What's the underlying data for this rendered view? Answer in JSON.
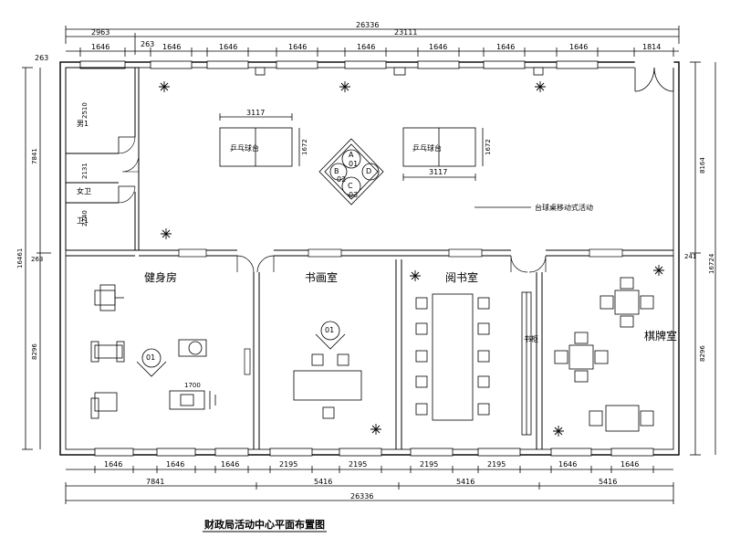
{
  "drawing": {
    "title": "财政局活动中心平面布置图",
    "rooms": {
      "gym": "健身房",
      "painting": "书画室",
      "reading": "阅书室",
      "chess": "棋牌室",
      "wc_1": "男1",
      "wc_2": "女卫",
      "wc_3": "卫1",
      "table_tennis_1": "乒乓球台",
      "table_tennis_2": "乒乓球台",
      "pool_note": "台球桌移动式活动"
    },
    "dims_top": {
      "overall": "26336",
      "left": "2963",
      "right": "23111",
      "gap_left": "263",
      "gap_mid": "263",
      "win_1": "1646",
      "win_2": "1646",
      "win_3": "1646",
      "win_4": "1646",
      "win_5": "1646",
      "win_6": "1646",
      "win_7": "1646",
      "win_8": "1646",
      "door_right": "1814"
    },
    "dims_bottom": {
      "overall": "26336",
      "seg_1": "7841",
      "seg_2": "5416",
      "seg_3": "5416",
      "seg_4": "5416",
      "w1": "1646",
      "w2": "1646",
      "w3": "1646",
      "w4": "2195",
      "w5": "2195",
      "w6": "2195",
      "w7": "2195",
      "w8": "1646",
      "w9": "1646"
    },
    "dims_left": {
      "total": "16461",
      "upper": "7841",
      "gap": "263",
      "lower": "8296"
    },
    "dims_right": {
      "total": "16724",
      "upper": "8164",
      "gap": "241",
      "lower": "8296"
    },
    "dims_inner": {
      "table_1_w": "3117",
      "table_1_h": "1672",
      "table_2_w": "3117",
      "table_2_h": "1672",
      "wc_h1": "2510",
      "wc_h2": "2131",
      "wc_h3": "2740",
      "bench": "1700"
    },
    "seat_labels": {
      "top": "A",
      "left": "B",
      "right": "D",
      "bottom": "C",
      "code_top": "01",
      "code_bottom": "03",
      "code_left": "02",
      "painting_code": "01",
      "gym_code": "01"
    },
    "shelf_label": "书柜"
  }
}
